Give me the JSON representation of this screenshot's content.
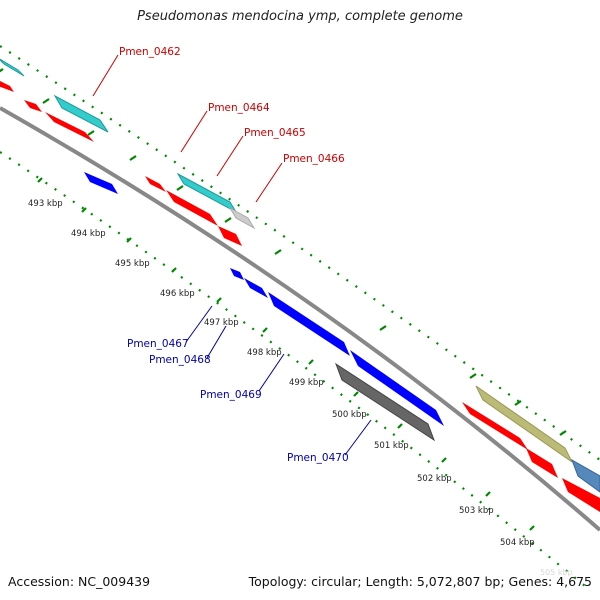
{
  "title": "Pseudomonas mendocina ymp, complete genome",
  "footer": {
    "accession": "Accession: NC_009439",
    "topology": "Topology: circular; Length: 5,072,807 bp; Genes: 4,675",
    "faint_mark": "505 kbp"
  },
  "colors": {
    "forward_cds": "#ff0000",
    "reverse_cds": "#0000ff",
    "rna_teal": "#33cccc",
    "gray_feature": "#cccccc",
    "dark_feature": "#666666",
    "olive_feature": "#bbbb77",
    "steel_feature": "#5588bb",
    "ruler": "#008800",
    "backbone": "#888888",
    "forward_label": "#cc0000",
    "reverse_label": "#0000aa"
  },
  "kbp_labels": [
    "493 kbp",
    "494 kbp",
    "495 kbp",
    "496 kbp",
    "497 kbp",
    "498 kbp",
    "499 kbp",
    "500 kbp",
    "501 kbp",
    "502 kbp",
    "503 kbp",
    "504 kbp"
  ],
  "gene_labels": {
    "forward": [
      "Pmen_0462",
      "Pmen_0464",
      "Pmen_0465",
      "Pmen_0466"
    ],
    "reverse": [
      "Pmen_0467",
      "Pmen_0468",
      "Pmen_0469",
      "Pmen_0470"
    ]
  }
}
